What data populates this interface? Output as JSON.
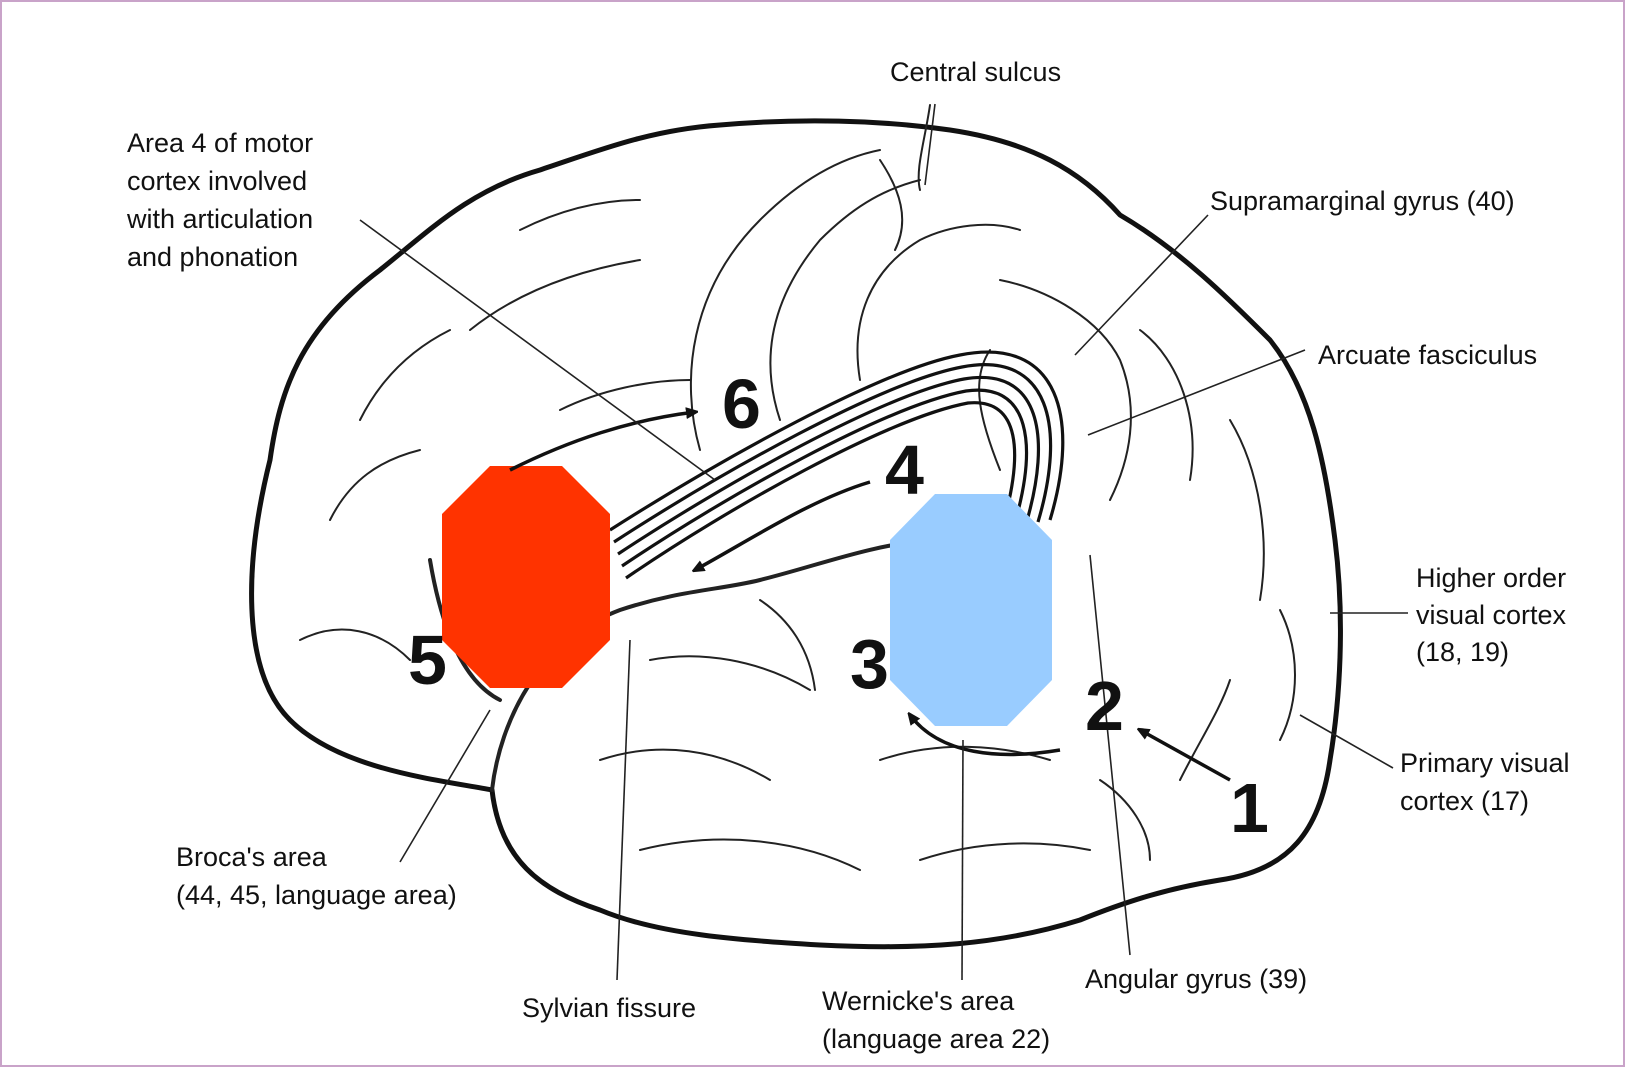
{
  "labels": {
    "central_sulcus": "Central sulcus",
    "area4": [
      "Area 4 of motor",
      "cortex involved",
      "with articulation",
      "and phonation"
    ],
    "supramarginal": "Supramarginal gyrus (40)",
    "arcuate": "Arcuate fasciculus",
    "higher_visual": [
      "Higher order",
      "visual cortex",
      "(18, 19)"
    ],
    "primary_visual": [
      "Primary visual",
      "cortex (17)"
    ],
    "broca": [
      "Broca's area",
      "(44, 45, language area)"
    ],
    "sylvian": "Sylvian fissure",
    "wernicke": [
      "Wernicke's area",
      "(language area 22)"
    ],
    "angular": "Angular gyrus (39)"
  },
  "steps": [
    "1",
    "2",
    "3",
    "4",
    "5",
    "6"
  ],
  "colors": {
    "broca_marker": "#ff3300",
    "wernicke_marker": "#99ccff",
    "frame": "#c9a3c9"
  }
}
